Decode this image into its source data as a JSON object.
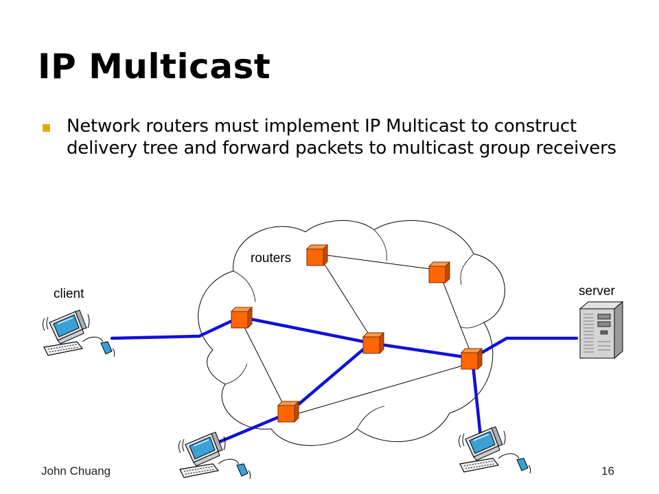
{
  "slide": {
    "title": "IP Multicast",
    "bullet": "Network routers must implement IP Multicast to construct delivery tree and forward packets to multicast group receivers"
  },
  "diagram": {
    "labels": {
      "routers": "routers",
      "client": "client",
      "server": "server"
    },
    "icons": [
      "cloud-icon",
      "router-icon",
      "computer-icon",
      "server-tower-icon"
    ],
    "colors": {
      "multicast_link": "#1010d8",
      "router_front": "#ff6600",
      "router_side": "#c24a00",
      "router_top": "#ff9a4d",
      "computer_screen": "#3aa0d6",
      "bullet": "#e8a800"
    }
  },
  "footer": {
    "author": "John Chuang",
    "page": "16"
  }
}
